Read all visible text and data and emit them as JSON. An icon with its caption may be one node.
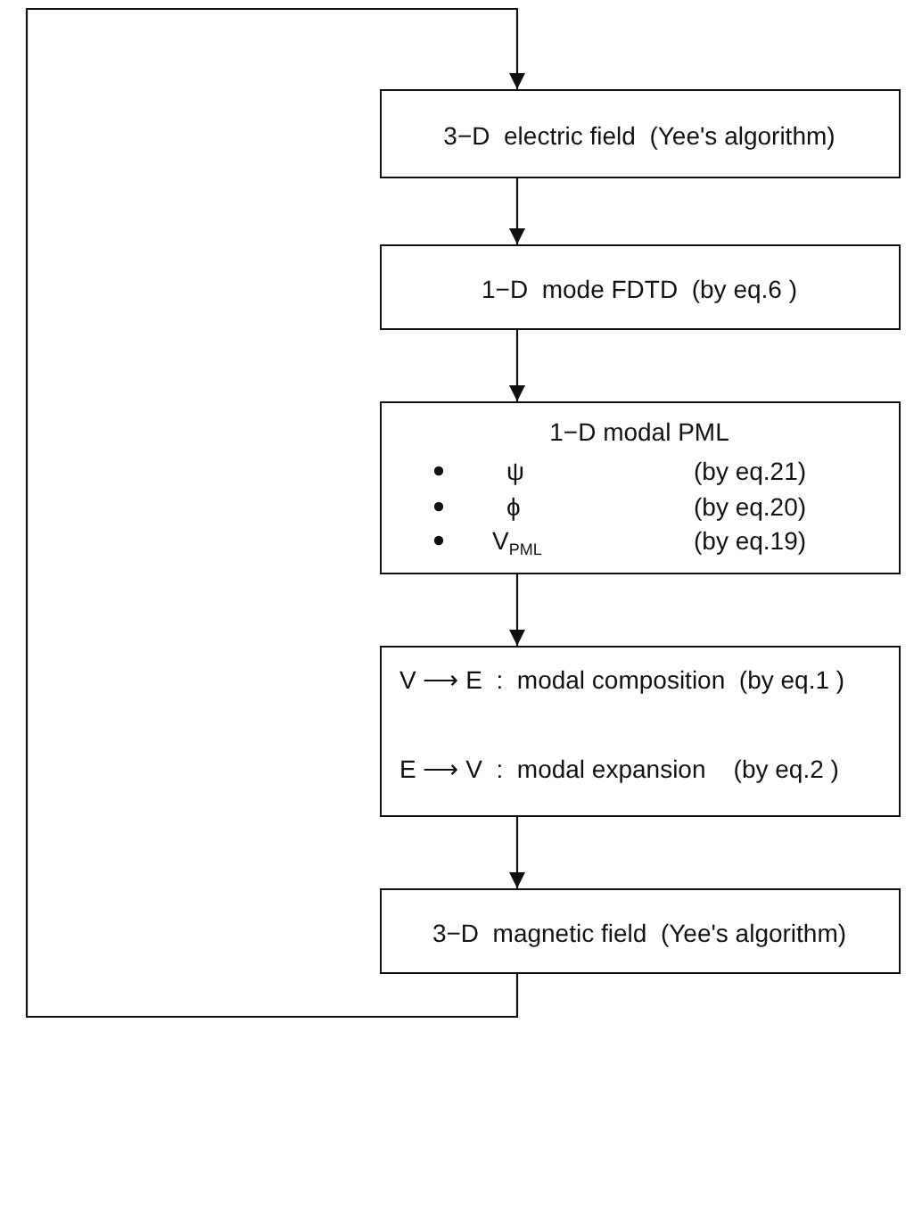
{
  "diagram": {
    "nodes": [
      {
        "text": [
          "3−D  electric field  (Yee's algorithm)"
        ]
      },
      {
        "text": [
          "1−D  mode FDTD  (by eq.6 )"
        ]
      },
      {
        "text": [
          "1−D modal PML",
          "ψ",
          "(by eq.21)",
          "ϕ",
          "(by eq.20)",
          "V$_{PML}$",
          "(by eq.19)"
        ]
      },
      {
        "text": [
          "V ⟶ E  :  modal composition  (by eq.1 )",
          "E ⟶ V  :  modal expansion    (by eq.2 )"
        ]
      },
      {
        "text": [
          "3−D  magnetic field  (Yee's algorithm)"
        ]
      }
    ],
    "edges": [
      {
        "from": 0,
        "to": 1,
        "arrow": "to"
      },
      {
        "from": 1,
        "to": 2,
        "arrow": "to"
      },
      {
        "from": 2,
        "to": 3,
        "arrow": "to"
      },
      {
        "from": 3,
        "to": 4,
        "arrow": "to"
      },
      {
        "from": 4,
        "to": 0,
        "arrow": "to"
      }
    ]
  }
}
